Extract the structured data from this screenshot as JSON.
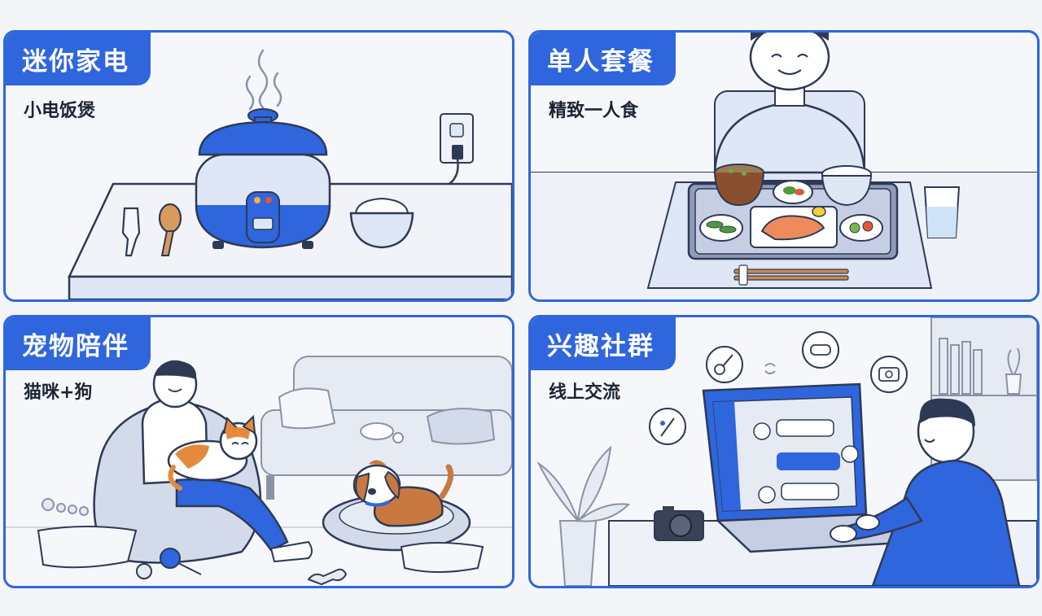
{
  "panels": [
    {
      "title": "迷你家电",
      "subtitle": "小电饭煲"
    },
    {
      "title": "单人套餐",
      "subtitle": "精致一人食"
    },
    {
      "title": "宠物陪伴",
      "subtitle": "猫咪+狗"
    },
    {
      "title": "兴趣社群",
      "subtitle": "线上交流"
    }
  ],
  "colors": {
    "accent": "#2f66dd",
    "panel_bg": "#f6f7fb",
    "line": "#2e3a55",
    "soft_blue": "#dfe6f5",
    "orange": "#e58a3c"
  }
}
